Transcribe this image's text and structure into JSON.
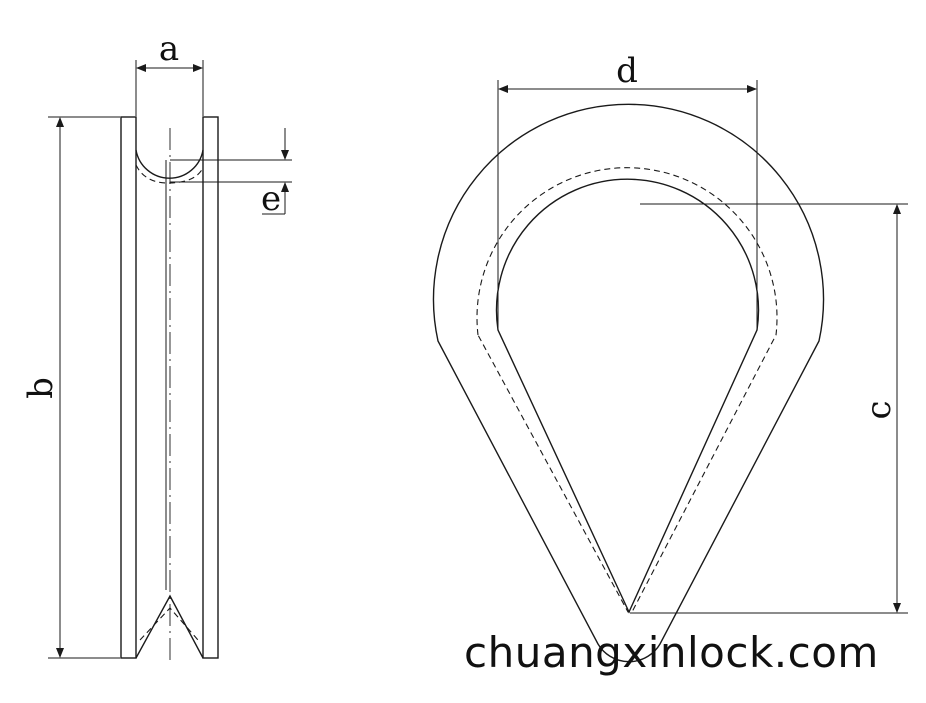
{
  "dimension_labels": {
    "a": "a",
    "b": "b",
    "c": "c",
    "d": "d",
    "e": "e"
  },
  "watermark": "chuangxinlock.com"
}
